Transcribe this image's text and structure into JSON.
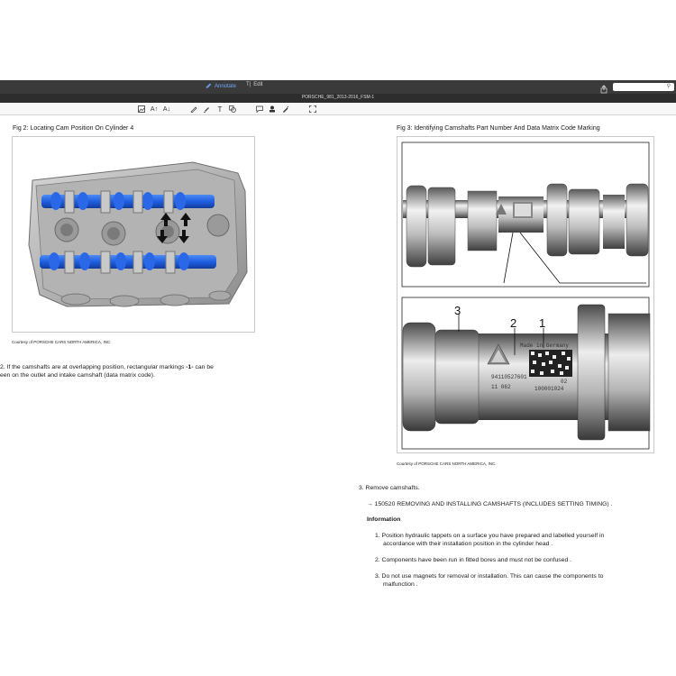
{
  "app": {
    "tabs": [
      {
        "label": "Annotate",
        "icon": "annotate-pen-icon",
        "active": true
      },
      {
        "label": "Edit",
        "icon": "text-edit-icon",
        "active": false
      }
    ],
    "document_title": "PORSCHE_981_2013-2016_FSM-1",
    "accent_color": "#6fa8ff",
    "toolbar_icons": [
      "image-icon",
      "text-size-up-icon",
      "text-size-down-icon",
      "pencil-icon",
      "highlighter-icon",
      "text-box-icon",
      "shapes-icon",
      "note-icon",
      "stamp-icon",
      "pen-icon",
      "crop-icon"
    ]
  },
  "left": {
    "fig_caption": "Fig 2: Locating Cam Position On Cylinder 4",
    "courtesy": "Courtesy of PORSCHE CARS NORTH AMERICA, INC.",
    "step_text_a": "2. If the camshafts are at overlapping position, rectangular markings ",
    "step_marker": "-1-",
    "step_text_b": "  can be",
    "step_line2": "een on the outlet and intake camshaft (data matrix code)."
  },
  "right": {
    "fig_caption": "Fig 3: Identifying Camshafts Part Number And Data Matrix Code Marking",
    "courtesy": "Courtesy of PORSCHE CARS NORTH AMERICA, INC.",
    "callouts": [
      "3",
      "2",
      "1"
    ],
    "marking_made_in": "Made in Germany",
    "marking_part_no": "94110527601",
    "marking_rev": "02",
    "marking_date": "11 062",
    "marking_serial": "100001024",
    "step3": "3. Remove camshafts.",
    "link": "→ 150520 REMOVING AND INSTALLING CAMSHAFTS (INCLUDES SETTING TIMING) .",
    "info_heading": "Information",
    "info_items": [
      "1. Position hydraulic tappets on a surface you have prepared and labelled yourself in",
      "accordance with their installation position in the cylinder head  .",
      "2. Components have been run in fitted bores and must not be confused  .",
      "3. Do not use magnets for removal or installation. This can cause the components to",
      "malfunction  ."
    ]
  }
}
